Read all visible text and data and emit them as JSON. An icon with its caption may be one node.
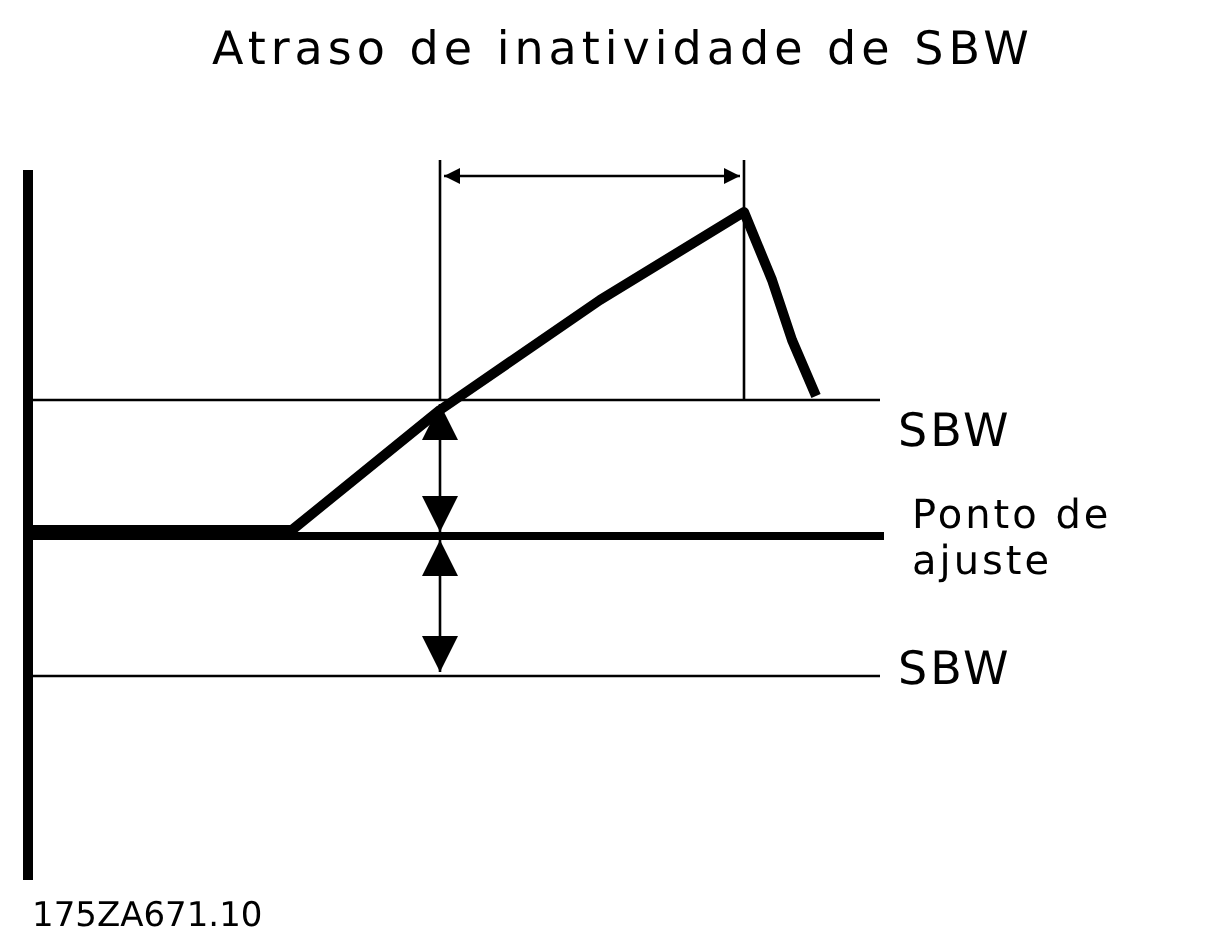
{
  "diagram": {
    "labels": [
      "Atraso de inatividade de SBW",
      "SBW",
      "Ponto de ajuste",
      "SBW",
      "175ZA671.10"
    ]
  }
}
